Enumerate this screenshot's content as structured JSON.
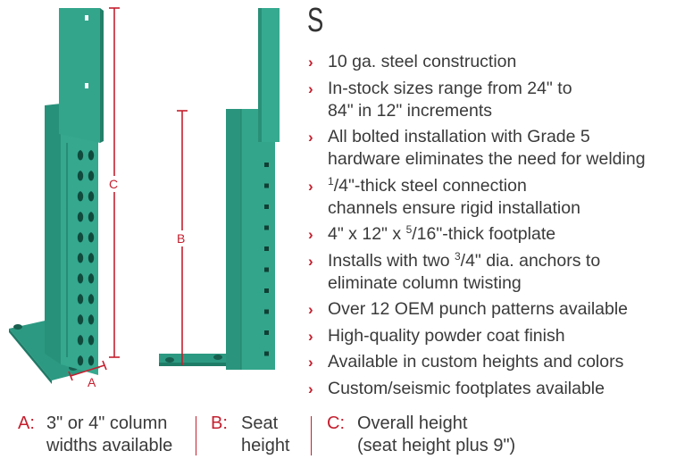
{
  "heading": "S",
  "features": [
    {
      "lines": [
        [
          "10 ga. steel construction"
        ]
      ]
    },
    {
      "lines": [
        [
          "In-stock sizes range from 24\" to"
        ],
        [
          "84\" in 12\" increments"
        ]
      ]
    },
    {
      "lines": [
        [
          "All bolted installation with Grade 5"
        ],
        [
          "hardware eliminates the need for welding"
        ]
      ]
    },
    {
      "lines": [
        [
          "",
          "1",
          "/4\"-thick steel connection"
        ],
        [
          "channels ensure rigid installation"
        ]
      ]
    },
    {
      "lines": [
        [
          "4\" x 12\" x ",
          "5",
          "/16\"-thick footplate"
        ]
      ]
    },
    {
      "lines": [
        [
          "Installs with two ",
          "3",
          "/4\" dia. anchors to"
        ],
        [
          "eliminate column twisting"
        ]
      ]
    },
    {
      "lines": [
        [
          "Over 12 OEM punch patterns available"
        ]
      ]
    },
    {
      "lines": [
        [
          "High-quality powder coat finish"
        ]
      ]
    },
    {
      "lines": [
        [
          "Available in custom heights and colors"
        ]
      ]
    },
    {
      "lines": [
        [
          "Custom/seismic footplates available"
        ]
      ]
    }
  ],
  "dimension_labels": {
    "a": "A",
    "b": "B",
    "c": "C"
  },
  "legend": [
    {
      "key": "A:",
      "lines": [
        "3\" or 4\" column",
        "widths available"
      ]
    },
    {
      "key": "B:",
      "lines": [
        "Seat",
        "height"
      ]
    },
    {
      "key": "C:",
      "lines": [
        "Overall height",
        "(seat height plus 9\")"
      ]
    }
  ],
  "colors": {
    "accent": "#c4202f",
    "steel_green": "#2f9f86",
    "text": "#3a3a3a"
  }
}
